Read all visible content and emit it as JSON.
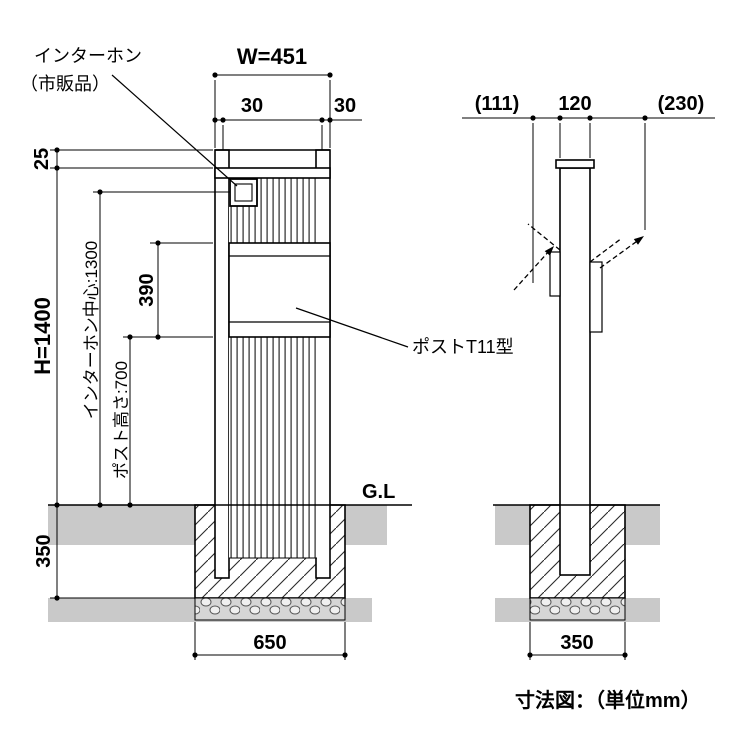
{
  "caption": "寸法図：（単位mm）",
  "colors": {
    "ground": "#c9c9c9",
    "line": "#000000"
  },
  "front_view": {
    "annotations": {
      "intercom_label_line1": "インターホン",
      "intercom_label_line2": "（市販品）",
      "post_label": "ポストT11型",
      "ground_level_label": "G.L"
    },
    "dimensions": {
      "overall_width": "W=451",
      "left_offset": "30",
      "right_offset": "30",
      "top_clearance": "25",
      "overall_height": "H=1400",
      "intercom_center_height": "インターホン中心:1300",
      "post_height": "ポスト高さ:700",
      "post_body_height": "390",
      "embed_depth": "350",
      "foundation_width": "650"
    }
  },
  "side_view": {
    "dimensions": {
      "front_projection": "(111)",
      "pole_depth": "120",
      "rear_projection": "(230)",
      "foundation_width": "350"
    }
  }
}
